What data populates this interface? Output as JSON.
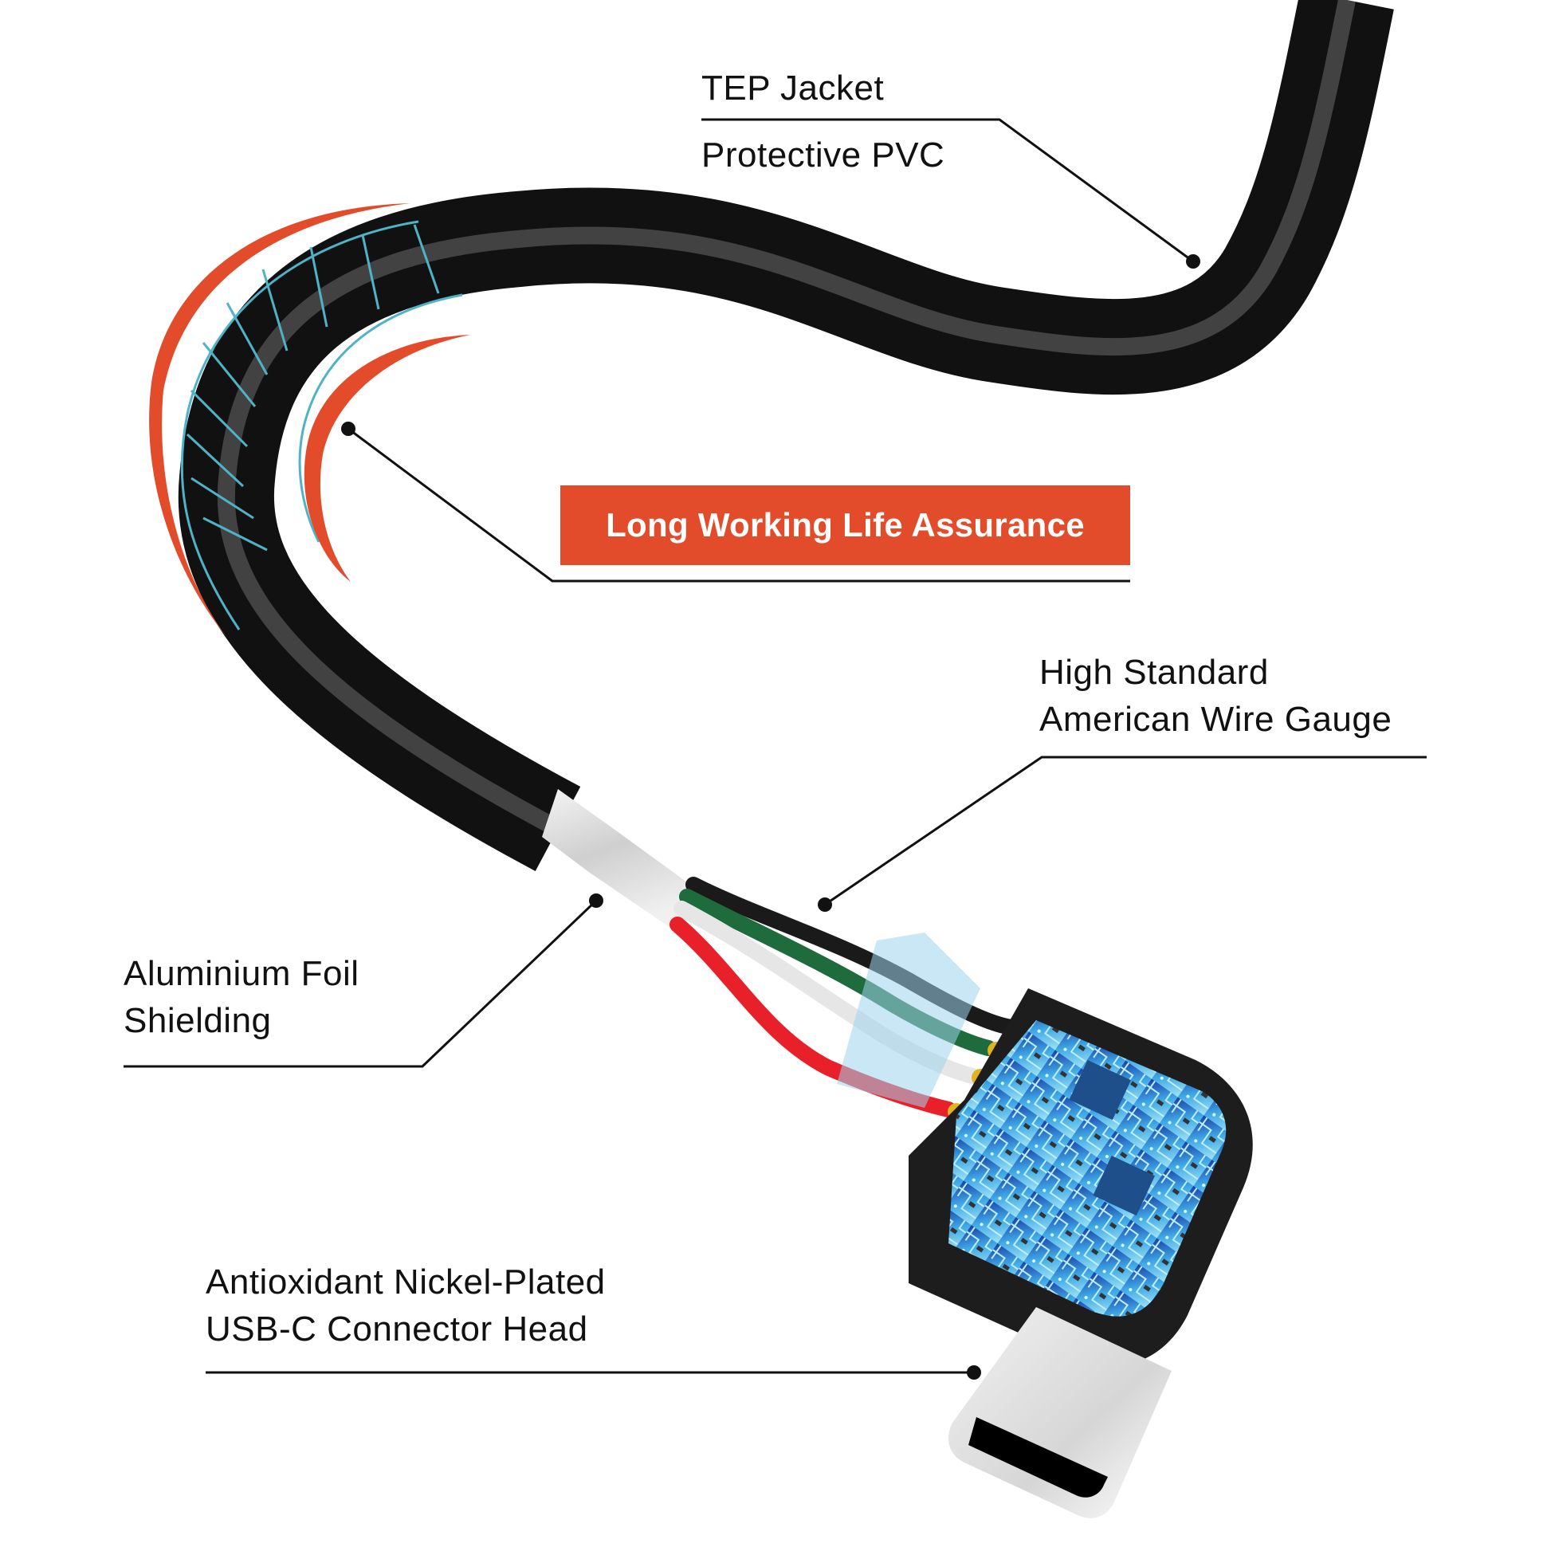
{
  "diagram": {
    "subject": "USB-C cable cross-section / construction",
    "colors": {
      "accent": "#e24c2a",
      "cable": "#111111",
      "flex_lines": "#4fb3c8",
      "wire_black": "#1a1a1a",
      "wire_green": "#1e6b3c",
      "wire_white": "#e6e6e6",
      "wire_red": "#e8202a",
      "wire_tip": "#e3b21f",
      "foil": "#d9d9d9",
      "pcb": "#2d7fd6"
    },
    "wires": [
      "black",
      "green",
      "white",
      "red"
    ],
    "labels": {
      "tep_jacket": "TEP Jacket",
      "protective_pvc": "Protective PVC",
      "badge": "Long Working Life Assurance",
      "awg_line1": "High Standard",
      "awg_line2": "American Wire Gauge",
      "foil_line1": "Aluminium Foil",
      "foil_line2": "Shielding",
      "connector_line1": "Antioxidant Nickel-Plated",
      "connector_line2": "USB-C Connector Head"
    }
  }
}
